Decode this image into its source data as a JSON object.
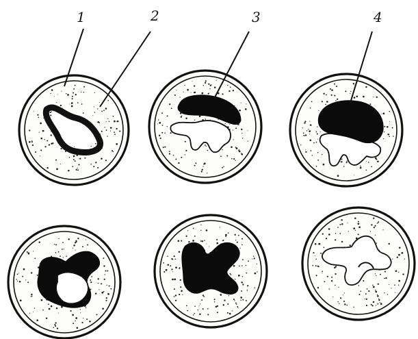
{
  "figure": {
    "callouts": [
      {
        "id": "c1",
        "label": "1"
      },
      {
        "id": "c2",
        "label": "2"
      },
      {
        "id": "c3",
        "label": "3"
      },
      {
        "id": "c4",
        "label": "4"
      }
    ],
    "panel_count": 6
  },
  "colors": {
    "ink": "#111111",
    "background": "#ffffff",
    "cytoplasm": "#fdfdfb"
  }
}
